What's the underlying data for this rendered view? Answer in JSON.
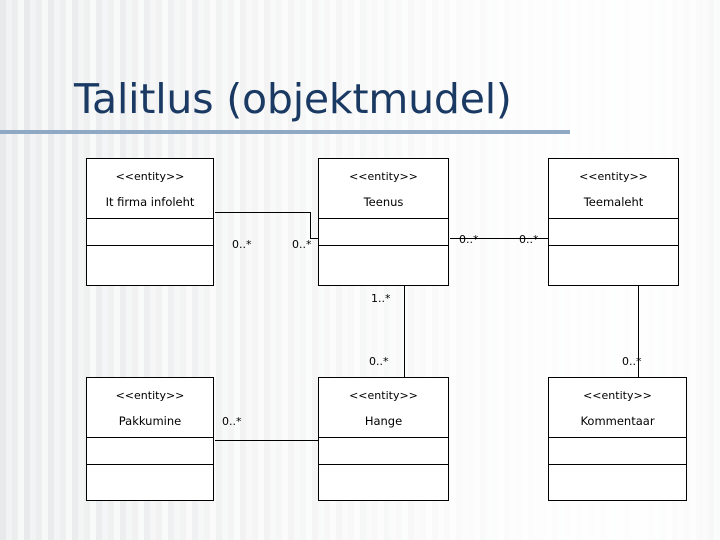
{
  "slide": {
    "title": "Talitlus (objektmudel)",
    "accent_rule_color": "#8fa8c4",
    "title_color": "#1b3a63",
    "background_color": "#ffffff",
    "line_color": "#000000"
  },
  "diagram": {
    "type": "uml-class-diagram",
    "stereotype": "<<entity>>",
    "classes": [
      {
        "id": "it-firma-infoleht",
        "stereotype": "<<entity>>",
        "name": "It firma infoleht"
      },
      {
        "id": "teenus",
        "stereotype": "<<entity>>",
        "name": "Teenus"
      },
      {
        "id": "teemaleht",
        "stereotype": "<<entity>>",
        "name": "Teemaleht"
      },
      {
        "id": "pakkumine",
        "stereotype": "<<entity>>",
        "name": "Pakkumine"
      },
      {
        "id": "hange",
        "stereotype": "<<entity>>",
        "name": "Hange"
      },
      {
        "id": "kommentaar",
        "stereotype": "<<entity>>",
        "name": "Kommentaar"
      }
    ],
    "multiplicities": [
      {
        "id": "m1",
        "label": "0..*",
        "between": "it-firma-infoleht -> teenus",
        "side": "source"
      },
      {
        "id": "m2",
        "label": "0..*",
        "between": "it-firma-infoleht -> teenus",
        "side": "target"
      },
      {
        "id": "m3",
        "label": "0..*",
        "between": "teenus -> teemaleht",
        "side": "source"
      },
      {
        "id": "m4",
        "label": "0..*",
        "between": "teenus -> teemaleht",
        "side": "target"
      },
      {
        "id": "m5",
        "label": "1..*",
        "between": "teenus -> hange",
        "side": "source"
      },
      {
        "id": "m6",
        "label": "0..*",
        "between": "teenus -> hange",
        "side": "target"
      },
      {
        "id": "m7",
        "label": "0..*",
        "between": "pakkumine -> hange",
        "side": "source"
      },
      {
        "id": "m8",
        "label": "0..*",
        "between": "teemaleht -> kommentaar",
        "side": "target"
      }
    ]
  }
}
